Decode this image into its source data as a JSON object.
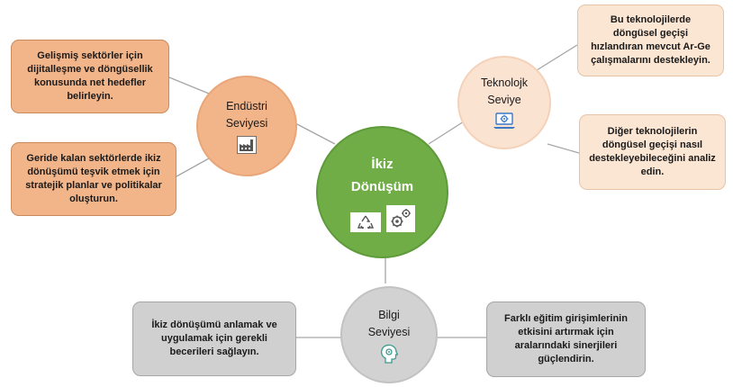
{
  "center": {
    "line1": "İkiz",
    "line2": "Dönüşüm",
    "icons": [
      "recycle-icon",
      "gears-icon"
    ]
  },
  "industry": {
    "line1": "Endüstri",
    "line2": "Seviyesi",
    "icon": "factory-icon"
  },
  "technology": {
    "line1": "Teknolojk",
    "line2": "Seviye",
    "icon": "laptop-gear-icon"
  },
  "knowledge": {
    "line1": "Bilgi",
    "line2": "Seviyesi",
    "icon": "head-gear-icon"
  },
  "boxes": {
    "industry_top": "Gelişmiş sektörler için dijitalleşme ve döngüsellik konusunda net hedefler belirleyin.",
    "industry_bottom": "Geride kalan sektörlerde ikiz dönüşümü teşvik etmek için stratejik planlar ve politikalar oluşturun.",
    "tech_top": "Bu teknolojilerde döngüsel geçişi hızlandıran mevcut Ar-Ge çalışmalarını destekleyin.",
    "tech_bottom": "Diğer teknolojilerin döngüsel geçişi nasıl destekleyebileceğini analiz edin.",
    "knowledge_left": "İkiz dönüşümü anlamak ve uygulamak için gerekli becerileri sağlayın.",
    "knowledge_right": "Farklı eğitim girişimlerinin etkisini artırmak için aralarındaki sinerjileri güçlendirin."
  },
  "colors": {
    "green": "#70ad47",
    "orange": "#f2b58a",
    "peach": "#fbe5d3",
    "grey": "#d0d0d0",
    "connector": "#a6a6a6"
  }
}
